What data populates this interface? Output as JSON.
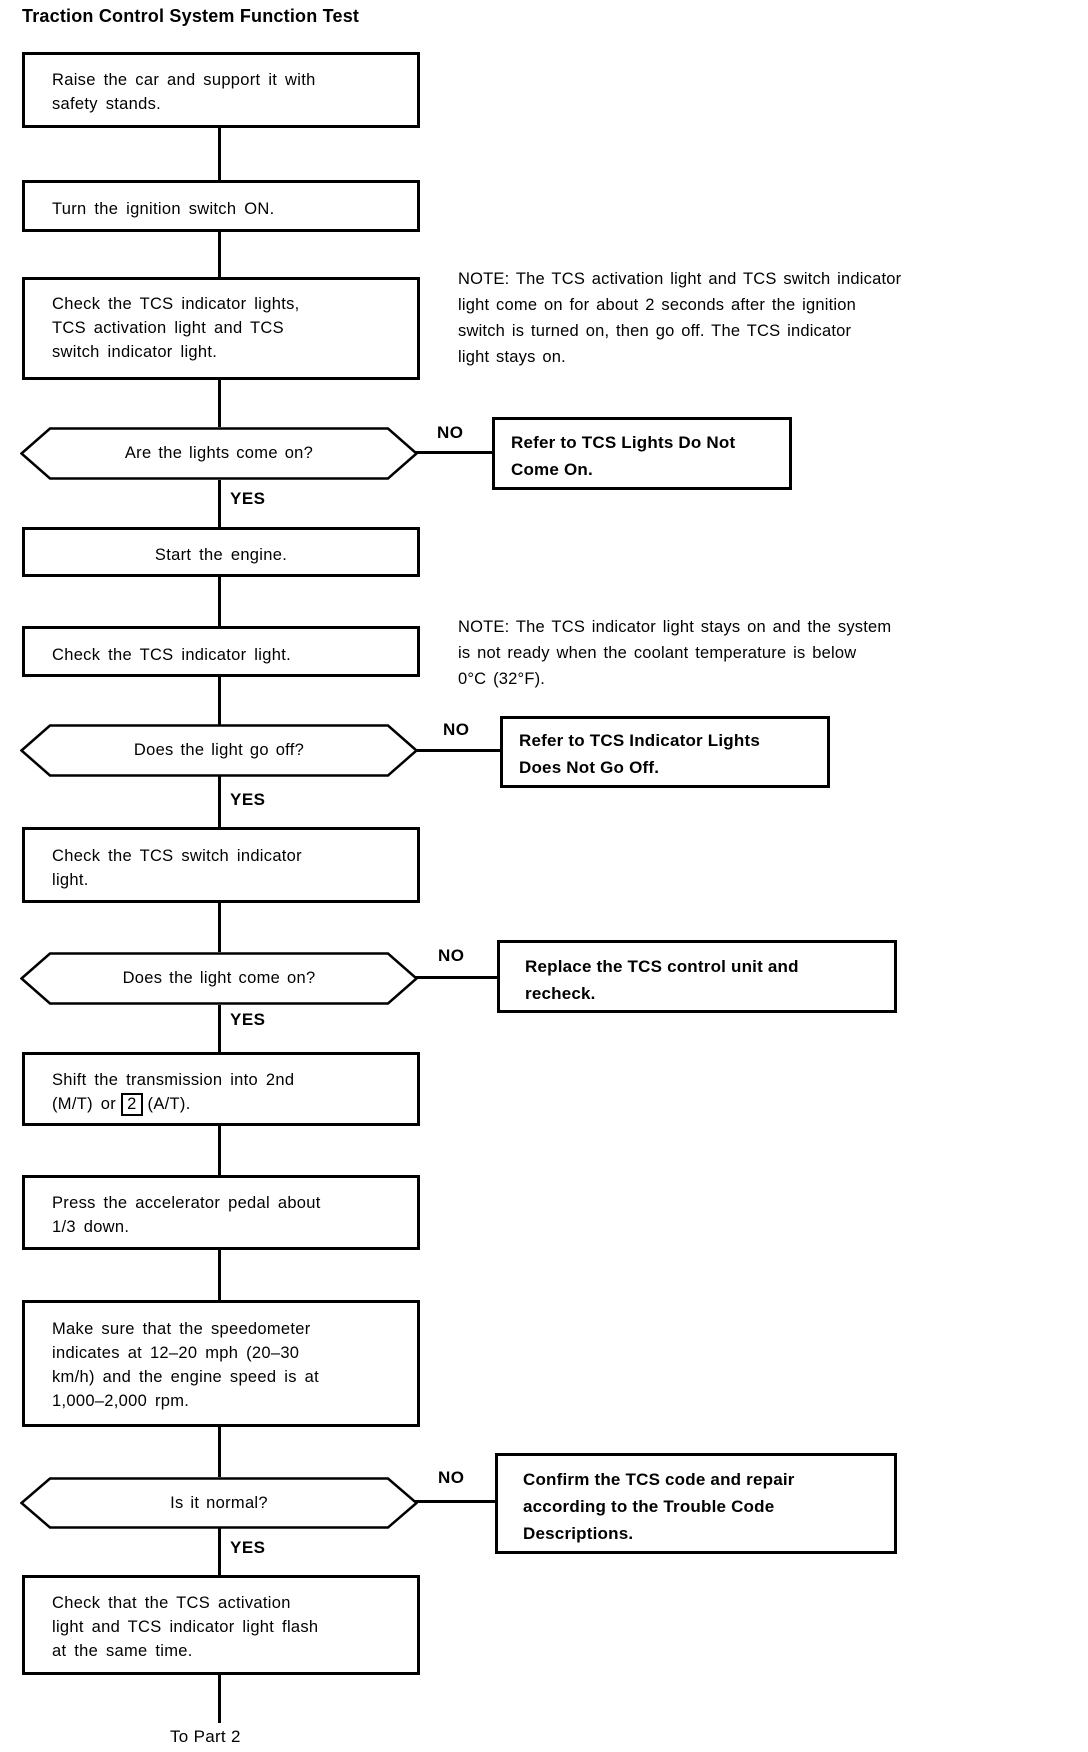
{
  "page": {
    "title": "Traction Control System Function Test",
    "footer": "To Part 2"
  },
  "labels": {
    "yes": "YES",
    "no": "NO"
  },
  "steps": {
    "raise_car": "Raise the car and support it with\nsafety stands.",
    "ignition_on": "Turn the ignition switch ON.",
    "check_lights": "Check the TCS indicator lights,\nTCS activation light and TCS\nswitch indicator light.",
    "start_engine": "Start the engine.",
    "check_indicator": "Check the TCS indicator light.",
    "check_switch_indicator": "Check the TCS switch indicator\nlight.",
    "shift_part1": "Shift the transmission into 2nd\n(M/T) or",
    "shift_boxed": "2",
    "shift_part2": "(A/T).",
    "press_accelerator": "Press the accelerator pedal about\n1/3 down.",
    "speedometer": "Make sure that the speedometer\nindicates at 12–20 mph (20–30\nkm/h) and the engine speed is at\n1,000–2,000 rpm.",
    "check_flash": "Check that the TCS activation\nlight and TCS indicator light flash\nat the same time."
  },
  "decisions": {
    "lights_come_on": "Are the lights come on?",
    "light_go_off": "Does the light go off?",
    "light_come_on": "Does the light come on?",
    "is_normal": "Is it normal?"
  },
  "no_actions": {
    "lights_do_not_come_on": "Refer to TCS Lights Do Not\nCome On.",
    "indicator_not_go_off": "Refer to TCS Indicator Lights\nDoes Not Go Off.",
    "replace_control_unit": "Replace the TCS control unit and\nrecheck.",
    "confirm_code": "Confirm the TCS code and repair\naccording to the Trouble Code\nDescriptions."
  },
  "notes": {
    "note1": "NOTE: The TCS activation light and TCS switch indicator\nlight come on for about 2 seconds after the ignition\nswitch is turned on, then go off. The TCS indicator\nlight stays on.",
    "note2": "NOTE: The TCS indicator light stays on and the system\nis not ready when the coolant temperature is below\n0°C (32°F)."
  }
}
